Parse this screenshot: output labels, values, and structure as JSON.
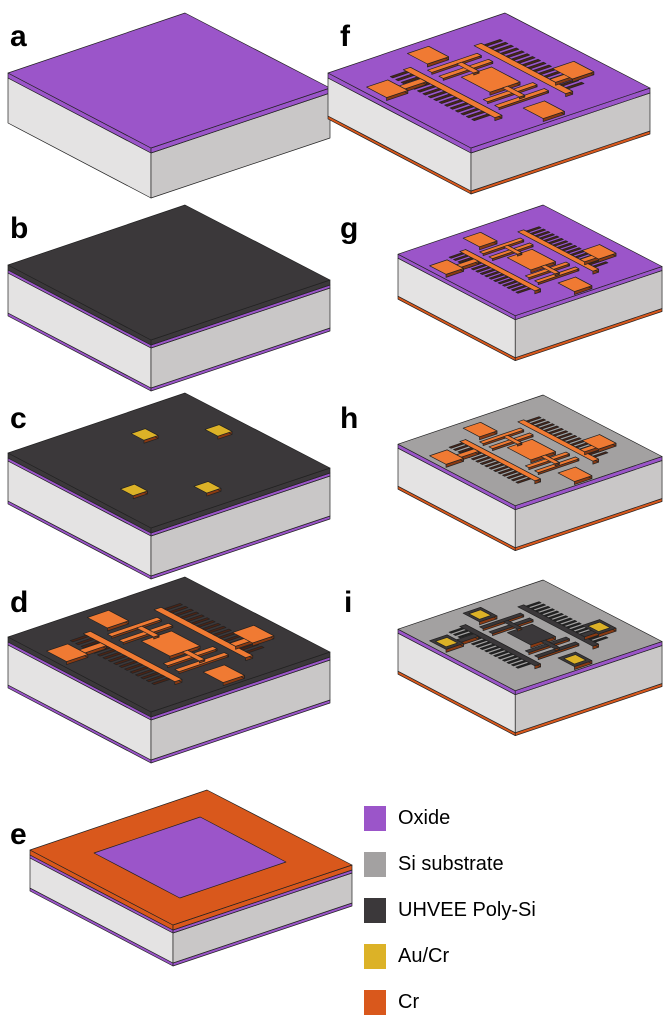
{
  "panels": [
    "a",
    "b",
    "c",
    "d",
    "e",
    "f",
    "g",
    "h",
    "i"
  ],
  "legend": [
    {
      "label": "Oxide",
      "color": "#9b55c9"
    },
    {
      "label": "Si substrate",
      "color": "#a3a1a1"
    },
    {
      "label": "UHVEE Poly-Si",
      "color": "#3b383a"
    },
    {
      "label": "Au/Cr",
      "color": "#dcb227"
    },
    {
      "label": "Cr",
      "color": "#d9581c"
    }
  ],
  "colors": {
    "side": "#e4e3e3",
    "side_dark": "#c9c7c7",
    "device": "#f07a33",
    "device_dark": "#8a3a12",
    "comb": "#4a2416"
  }
}
